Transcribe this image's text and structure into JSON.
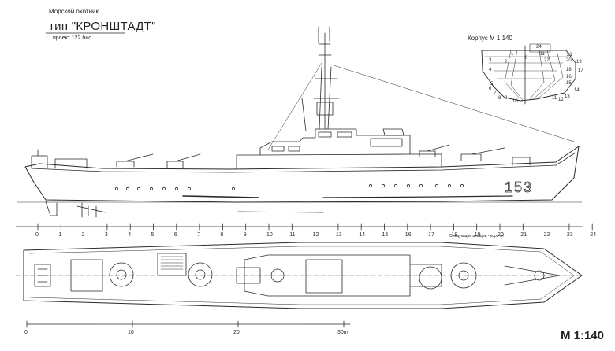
{
  "title_block": {
    "subtitle": "Морской охотник",
    "title": "тип \"КРОНШТАДТ\"",
    "project": "проект 122 бис"
  },
  "hull_number": "153",
  "body_plan": {
    "label": "Корпус   М 1:140",
    "numbers": [
      "24",
      "21",
      "20",
      "19",
      "18",
      "17",
      "16",
      "15",
      "14",
      "13",
      "12",
      "11",
      "10",
      "9",
      "8",
      "7",
      "6",
      "5",
      "4",
      "3",
      "2",
      "1",
      "0",
      "22",
      "23"
    ]
  },
  "frames": [
    "0",
    "1",
    "2",
    "3",
    "4",
    "5",
    "6",
    "7",
    "8",
    "9",
    "10",
    "11",
    "12",
    "13",
    "14",
    "15",
    "16",
    "17",
    "18",
    "19",
    "20",
    "21",
    "22",
    "23",
    "24"
  ],
  "plan_note": "Следующие шпации - короче!",
  "scale_bar": {
    "ticks": [
      "0",
      "10",
      "20",
      "30m"
    ]
  },
  "sheet_scale": "М 1:140",
  "line_color": "#2a2a2a"
}
